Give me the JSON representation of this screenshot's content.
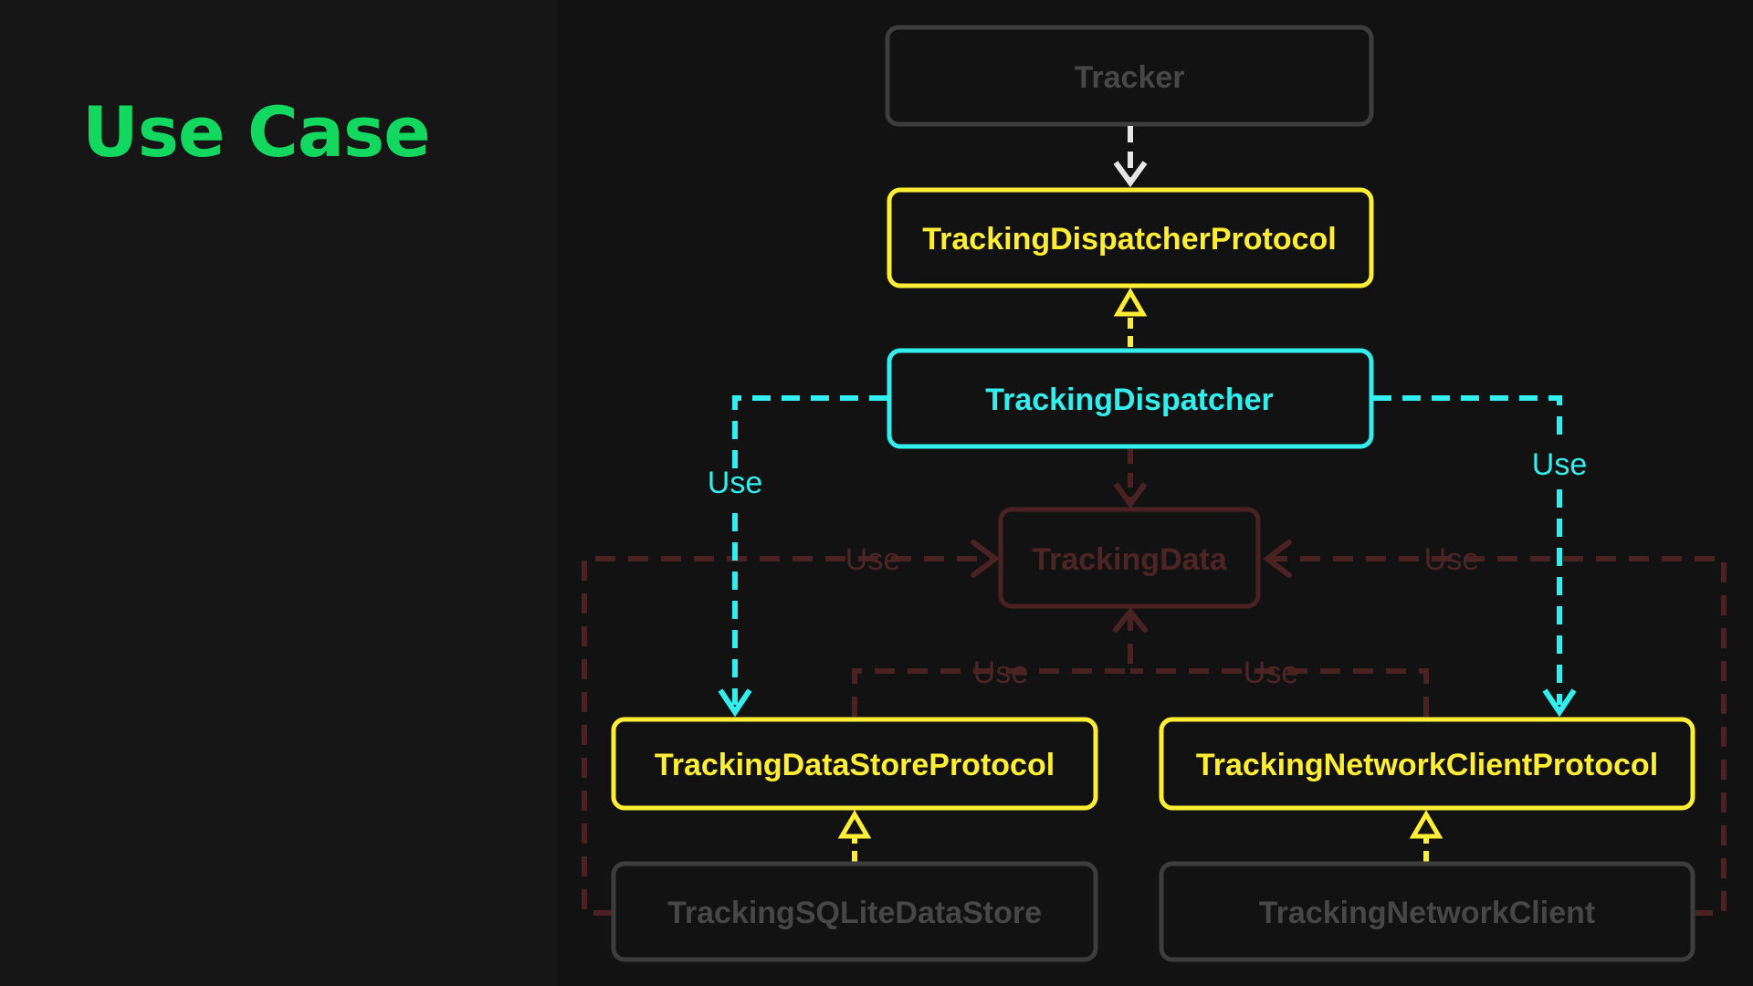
{
  "slide": {
    "title": "Use Case"
  },
  "colors": {
    "title": "#12d860",
    "protocol": "#ffee33",
    "focus": "#33eeee",
    "dim_box": "#3d3d3d",
    "dim_text": "#474747",
    "dim_edge": "#4a2222",
    "dim_edge_text": "#4e2525",
    "white_edge": "#e6e6e6"
  },
  "diagram": {
    "nodes": {
      "tracker": "Tracker",
      "dispatcher_protocol": "TrackingDispatcherProtocol",
      "dispatcher": "TrackingDispatcher",
      "data": "TrackingData",
      "datastore_protocol": "TrackingDataStoreProtocol",
      "network_protocol": "TrackingNetworkClientProtocol",
      "sqlite_store": "TrackingSQLiteDataStore",
      "network_client": "TrackingNetworkClient"
    },
    "edge_labels": {
      "dispatcher_to_store": "Use",
      "dispatcher_to_network": "Use",
      "sqlite_to_data": "Use",
      "network_to_data": "Use",
      "store_protocol_to_data": "Use",
      "network_protocol_to_data": "Use"
    }
  }
}
